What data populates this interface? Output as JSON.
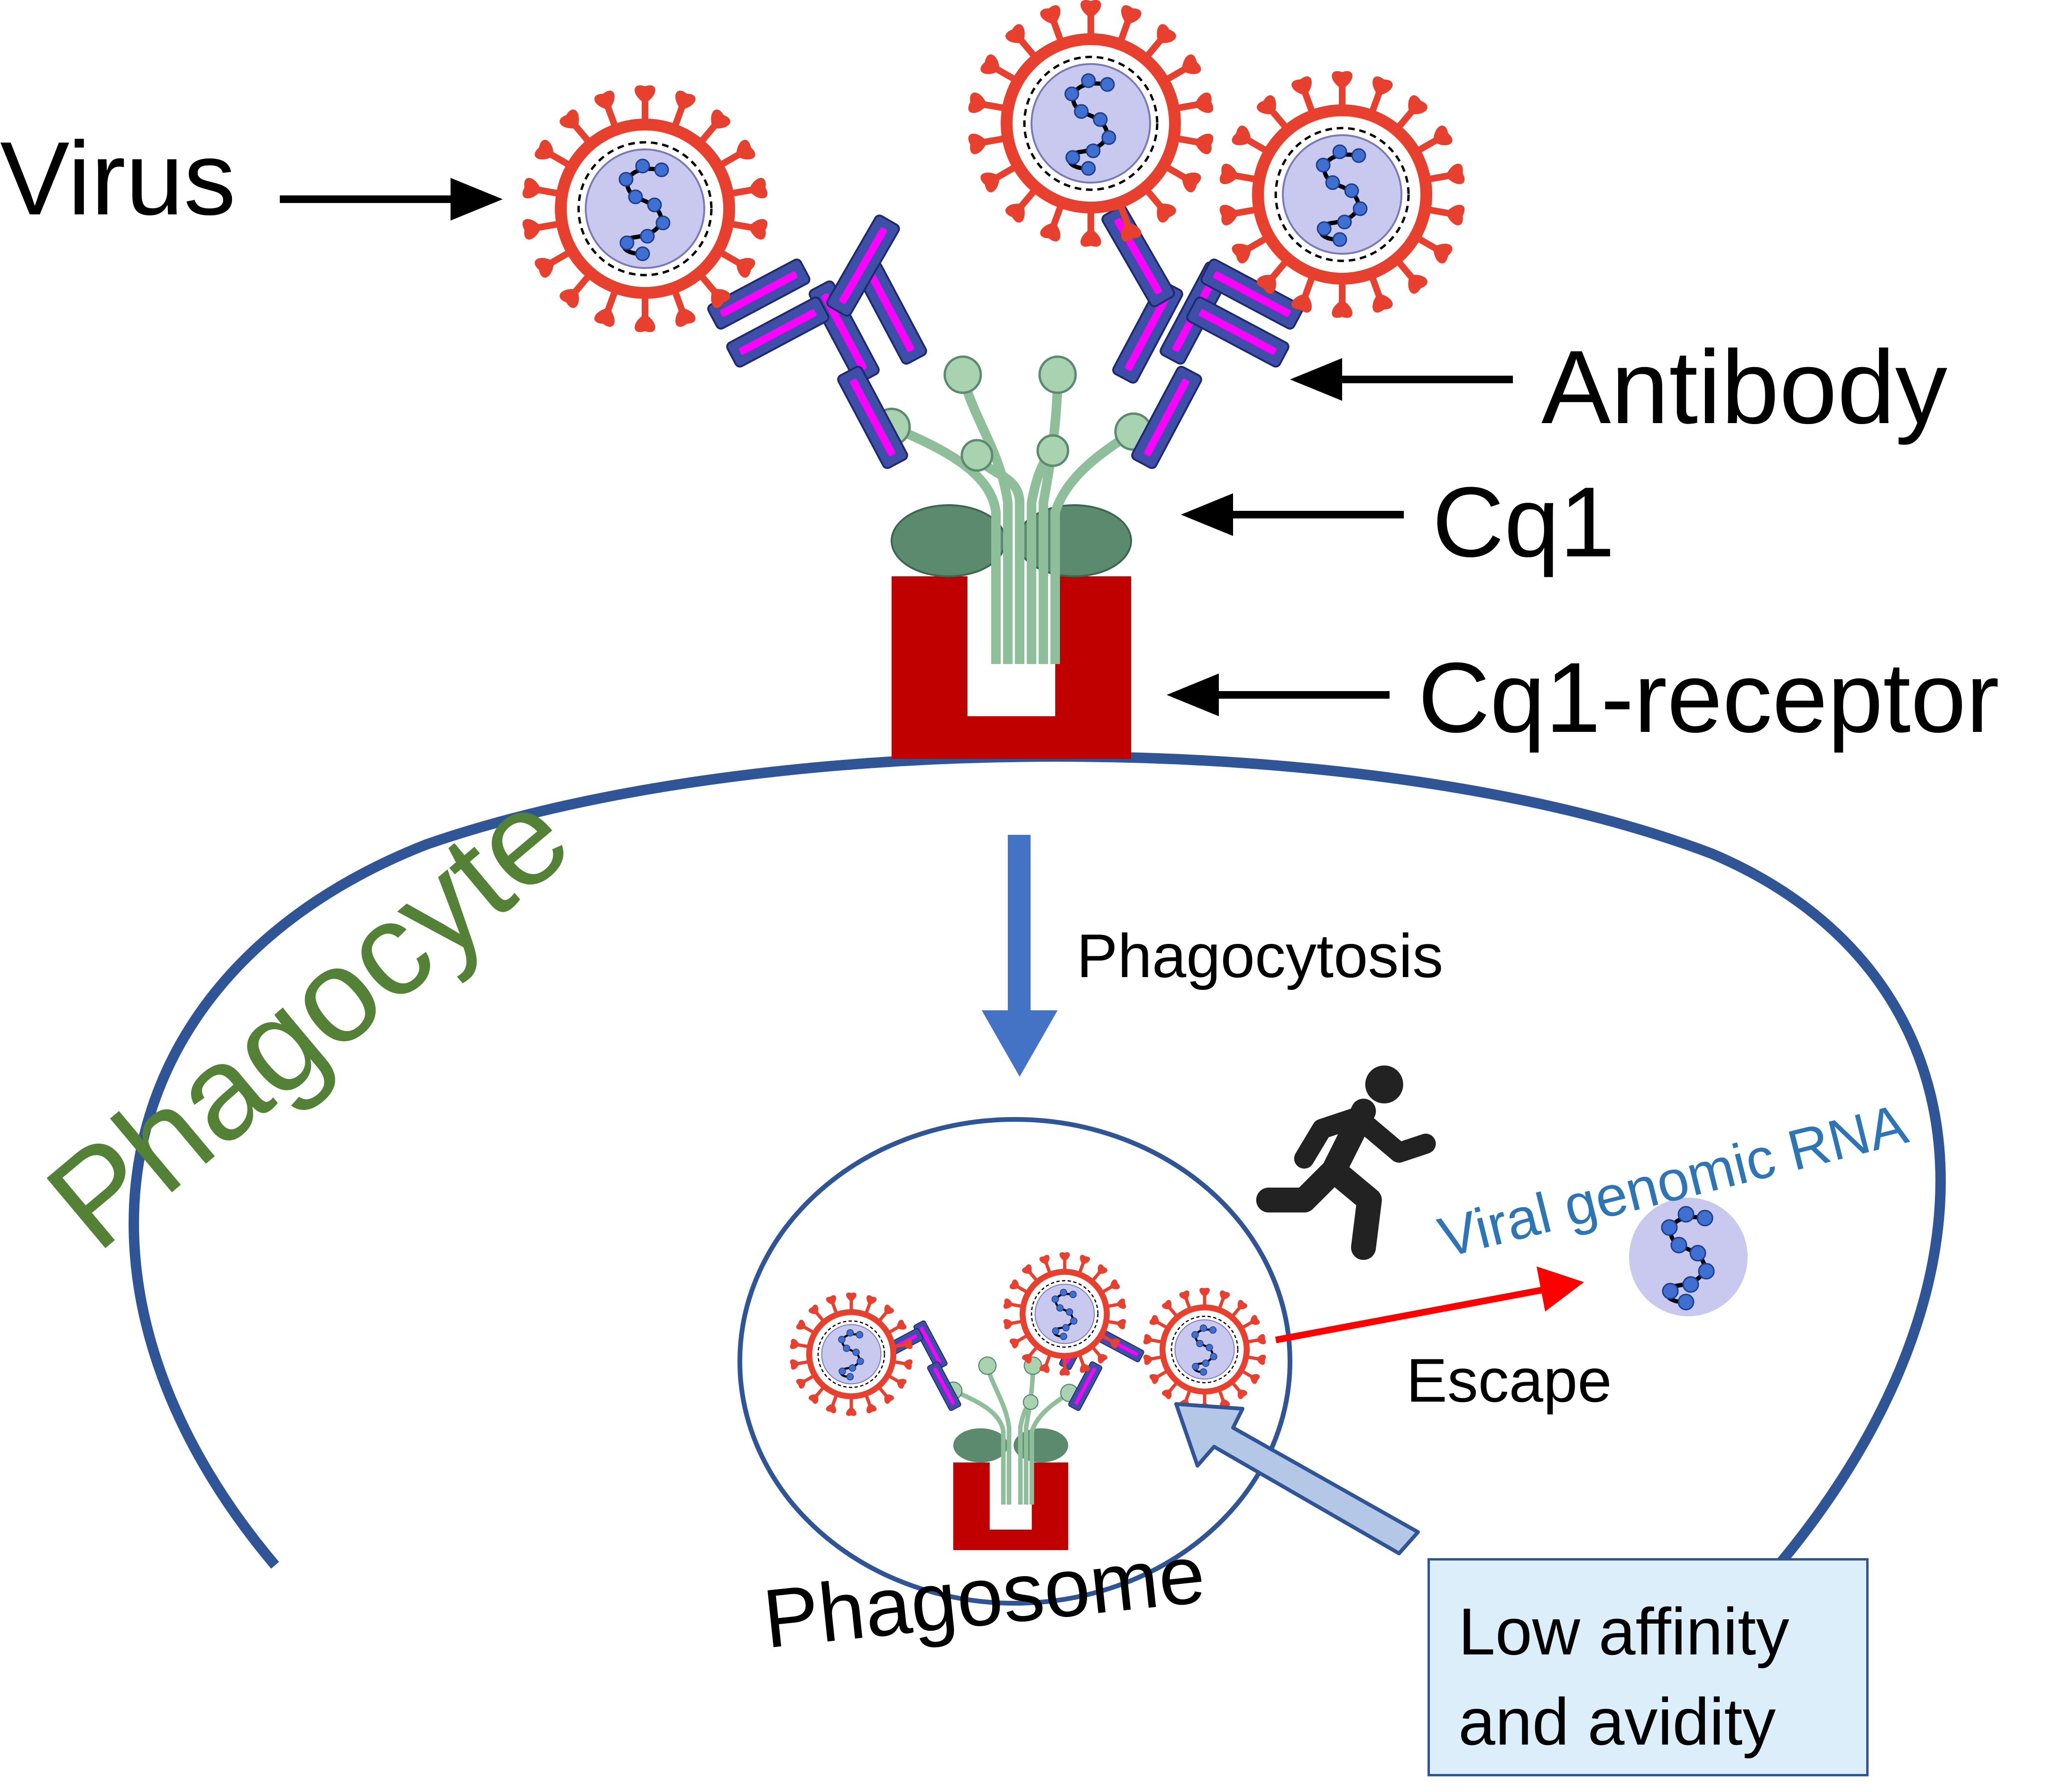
{
  "labels": {
    "virus": "Virus",
    "antibody": "Antibody",
    "cq1": "Cq1",
    "cq1_receptor": "Cq1-receptor",
    "phagocyte": "Phagocyte",
    "phagocytosis": "Phagocytosis",
    "viral_rna": "Viral genomic RNA",
    "escape": "Escape",
    "phagosome": "Phagosome",
    "note": "Low affinity\nand avidity"
  },
  "colors": {
    "virus_spikes": "#e8402f",
    "virus_core": "#c9c8ef",
    "rna_dots": "#3f6fd1",
    "antibody_fill": "#3e4fa8",
    "antibody_stripe": "#ff00ff",
    "cq1": "#8fbf9a",
    "cq1_head": "#5b8a6f",
    "receptor": "#c00000",
    "membrane": "#2f5597",
    "phagocytosis_arrow": "#4472c4",
    "escape_arrow": "#ff0000",
    "phagocyte_text": "#538135",
    "rna_text": "#2e75b6"
  },
  "icons": [
    "virus-icon",
    "antibody-icon",
    "cq1-icon",
    "cq1-receptor-icon",
    "running-person-icon",
    "viral-rna-icon"
  ]
}
